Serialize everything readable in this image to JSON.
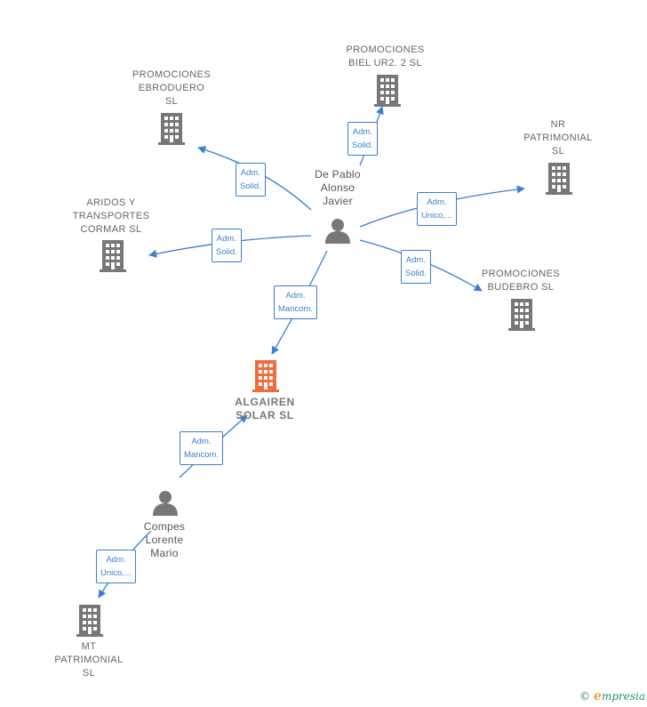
{
  "colors": {
    "edge": "#3a7fd1",
    "building": "#777777",
    "main_building": "#f26b3a",
    "person": "#777777"
  },
  "companies": {
    "ebroduero": [
      "PROMOCIONES",
      "EBRODUERO",
      "SL"
    ],
    "biel": [
      "PROMOCIONES",
      "BIEL UR2. 2  SL"
    ],
    "nr": [
      "NR",
      "PATRIMONIAL",
      "SL"
    ],
    "aridos": [
      "ARIDOS Y",
      "TRANSPORTES",
      "CORMAR  SL"
    ],
    "budebro": [
      "PROMOCIONES",
      "BUDEBRO  SL"
    ],
    "algairen": [
      "ALGAIREN",
      "SOLAR  SL"
    ],
    "mt": [
      "MT",
      "PATRIMONIAL",
      "SL"
    ]
  },
  "people": {
    "depablo": [
      "De Pablo",
      "Alonso",
      "Javier"
    ],
    "compes": [
      "Compes",
      "Lorente",
      "Mario"
    ]
  },
  "roles": {
    "r_ebro": [
      "Adm.",
      "Solid."
    ],
    "r_biel": [
      "Adm.",
      "Solid."
    ],
    "r_nr": [
      "Adm.",
      "Unico,..."
    ],
    "r_aridos": [
      "Adm.",
      "Solid."
    ],
    "r_budebro": [
      "Adm.",
      "Solid."
    ],
    "r_algairen_dp": [
      "Adm.",
      "Mancom."
    ],
    "r_algairen_cm": [
      "Adm.",
      "Mancom."
    ],
    "r_mt": [
      "Adm.",
      "Unico,..."
    ]
  },
  "footer": {
    "copyright": "©",
    "brand_initial": "e",
    "brand_rest": "mpresia"
  }
}
